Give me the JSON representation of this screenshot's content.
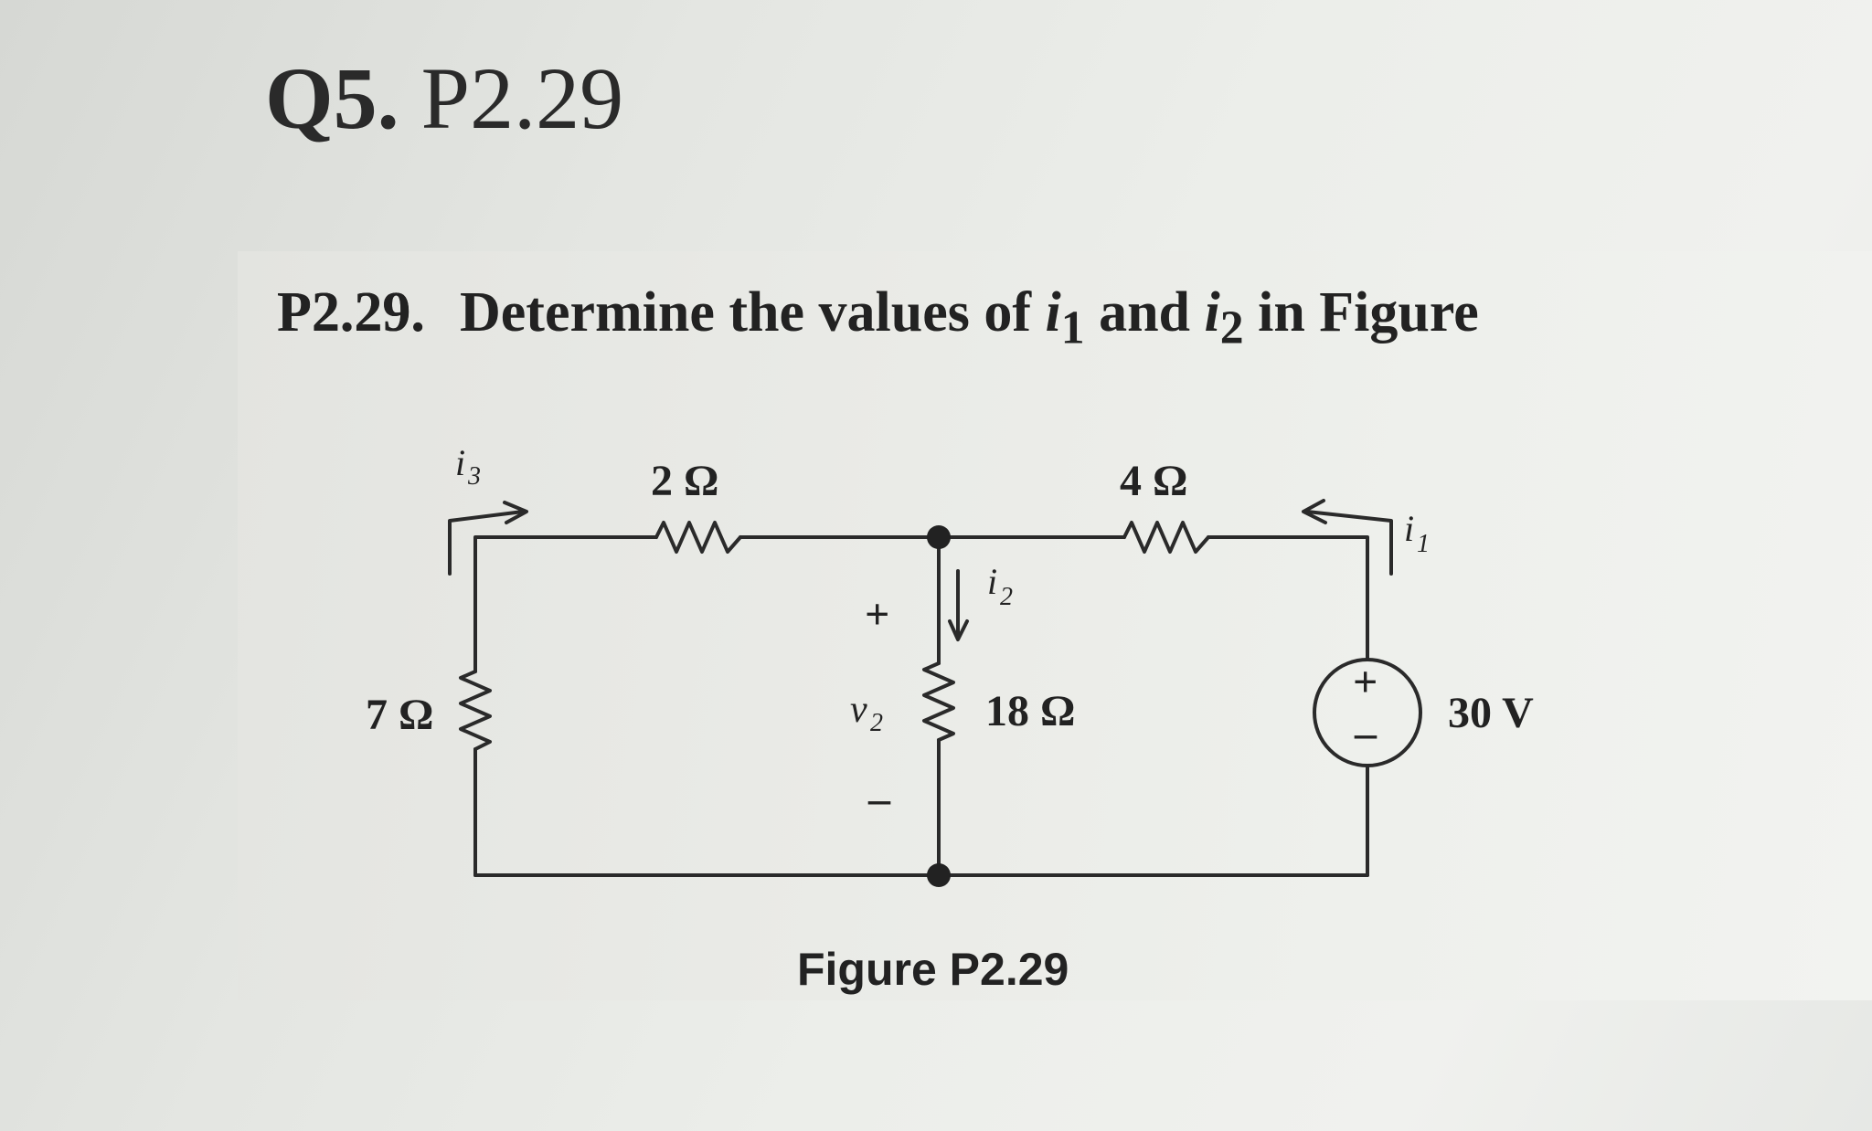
{
  "heading": {
    "number": "Q5.",
    "reference": "P2.29"
  },
  "problem": {
    "number": "P2.29.",
    "text_a": "Determine the values of",
    "var_1": "i",
    "sub_1": "1",
    "text_and": "and",
    "var_2": "i",
    "sub_2": "2",
    "text_b": "in Figure",
    "line2": "P2.29."
  },
  "figure": {
    "caption": "Figure P2.29",
    "resistors": [
      {
        "id": "r-2ohm",
        "label": "2 Ω"
      },
      {
        "id": "r-4ohm",
        "label": "4 Ω"
      },
      {
        "id": "r-7ohm",
        "label": "7 Ω"
      },
      {
        "id": "r-18ohm",
        "label": "18 Ω"
      }
    ],
    "source": {
      "label": "30 V",
      "plus": "+",
      "minus": "–"
    },
    "currents": [
      {
        "id": "i3",
        "var": "i",
        "sub": "3"
      },
      {
        "id": "i2",
        "var": "i",
        "sub": "2"
      },
      {
        "id": "i1",
        "var": "i",
        "sub": "1"
      }
    ],
    "voltage": {
      "var": "v",
      "sub": "2",
      "plus": "+",
      "minus": "–"
    }
  }
}
